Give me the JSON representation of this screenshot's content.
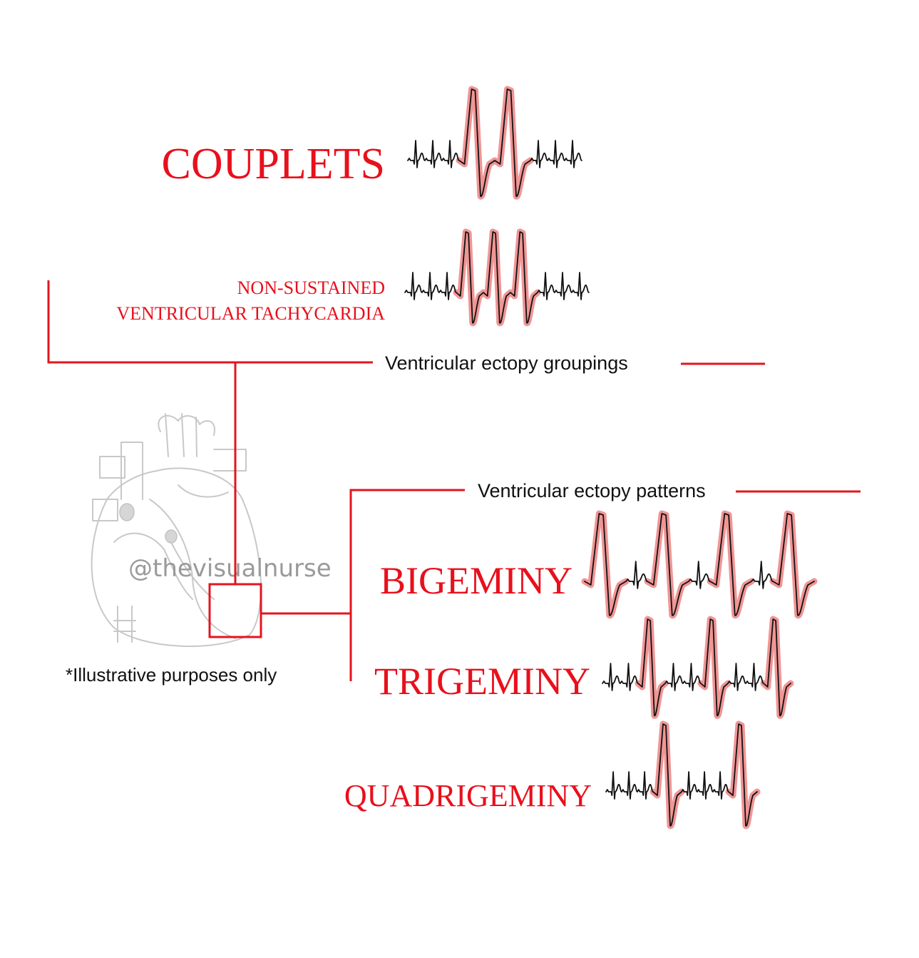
{
  "colors": {
    "accent_red": "#e8101c",
    "highlight_pink": "#ee8a8a",
    "trace_black": "#111111",
    "heart_gray": "#c8c8c8"
  },
  "rhythms": {
    "couplets": {
      "label": "COUPLETS",
      "beats": "NNNVVNNN"
    },
    "nsvt": {
      "label_line1": "NON-SUSTAINED",
      "label_line2": "VENTRICULAR TACHYCARDIA",
      "beats": "NNNVVVNNN"
    },
    "bigeminy": {
      "label": "BIGEMINY",
      "beats": "VNVNVNV"
    },
    "trigeminy": {
      "label": "TRIGEMINY",
      "beats": "NNVNNVNNV"
    },
    "quadrigeminy": {
      "label": "QUADRIGEMINY",
      "beats": "NNNVNNNV"
    }
  },
  "annotations": {
    "groupings_label": "Ventricular ectopy groupings",
    "patterns_label": "Ventricular ectopy patterns",
    "disclaimer": "*Illustrative purposes only",
    "watermark": "@thevisualnurse"
  },
  "heart_icon": "heart-anatomy-icon"
}
